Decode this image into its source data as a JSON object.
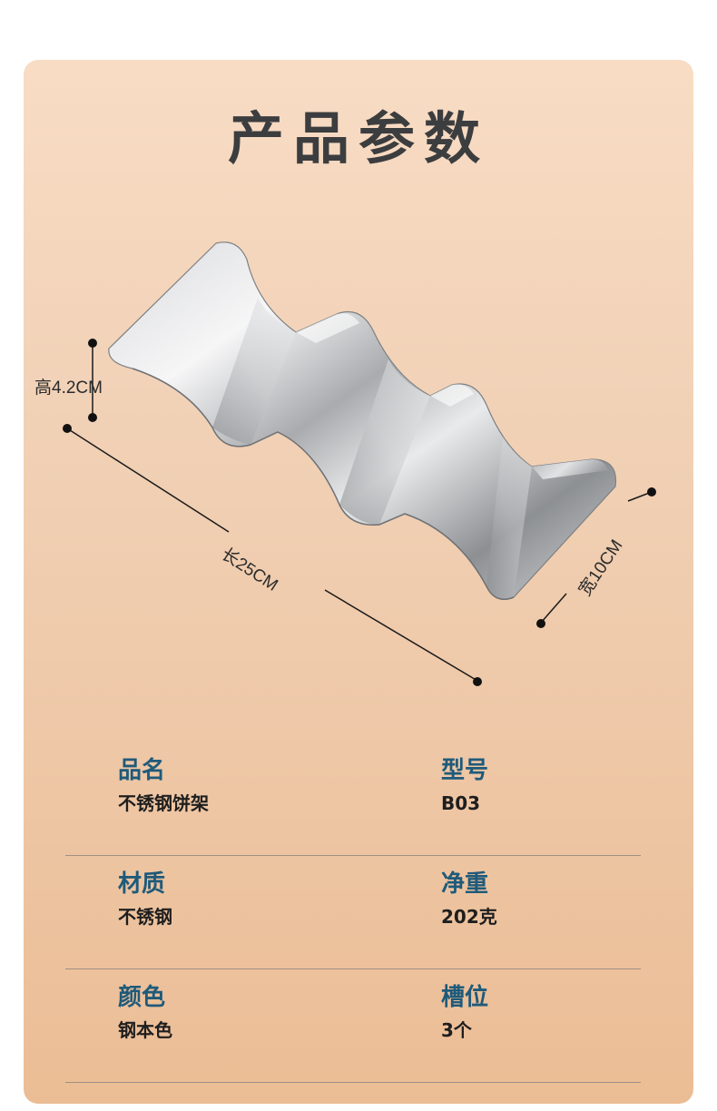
{
  "title": "产品参数",
  "dimensions": {
    "height": "高4.2CM",
    "length": "长25CM",
    "width": "宽10CM"
  },
  "params": [
    {
      "left": {
        "label": "品名",
        "value": "不锈钢饼架"
      },
      "right": {
        "label": "型号",
        "value": "B03"
      }
    },
    {
      "left": {
        "label": "材质",
        "value": "不锈钢"
      },
      "right": {
        "label": "净重",
        "value": "202克"
      }
    },
    {
      "left": {
        "label": "颜色",
        "value": "钢本色"
      },
      "right": {
        "label": "槽位",
        "value": "3个"
      }
    }
  ]
}
